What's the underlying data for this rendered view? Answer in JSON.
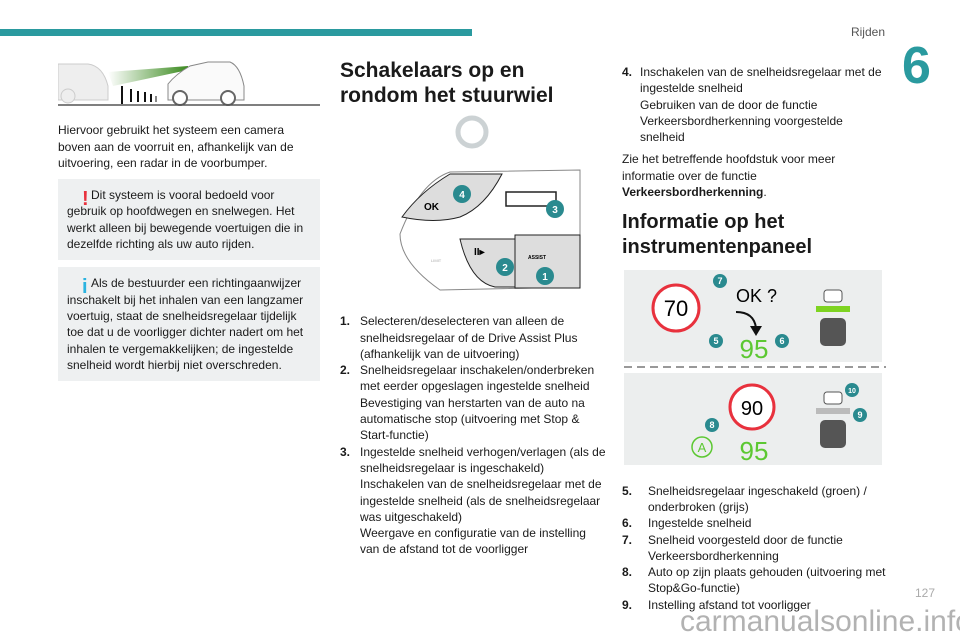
{
  "header": {
    "section": "Rijden",
    "chapter": "6"
  },
  "left": {
    "intro": "Hiervoor gebruikt het systeem een camera boven aan de voorruit en, afhankelijk van de uitvoering, een radar in de voorbumper.",
    "warning": "Dit systeem is vooral bedoeld voor gebruik op hoofdwegen en snelwegen. Het werkt alleen bij bewegende voertuigen die in dezelfde richting als uw auto rijden.",
    "info": "Als de bestuurder een richtingaanwijzer inschakelt bij het inhalen van een langzamer voertuig, staat de snelheidsregelaar tijdelijk toe dat u de voorligger dichter nadert om het inhalen te vergemakkelijken; de ingestelde snelheid wordt hierbij niet overschreden.",
    "warning_color": "#e8313d",
    "info_color": "#2bb3e0"
  },
  "middle": {
    "title": "Schakelaars op en rondom het stuurwiel",
    "diagram": {
      "ok": "OK",
      "assist": "ASSIST",
      "limit": "LIMIT",
      "callouts": [
        "1",
        "2",
        "3",
        "4"
      ]
    },
    "items": [
      {
        "n": "1.",
        "text": "Selecteren/deselecteren van alleen de snelheidsregelaar of de Drive Assist Plus (afhankelijk van de uitvoering)"
      },
      {
        "n": "2.",
        "lines": [
          "Snelheidsregelaar inschakelen/onderbreken met eerder opgeslagen ingestelde snelheid",
          "Bevestiging van herstarten van de auto na automatische stop (uitvoering met Stop & Start-functie)"
        ]
      },
      {
        "n": "3.",
        "lines": [
          "Ingestelde snelheid verhogen/verlagen (als de snelheidsregelaar is ingeschakeld)",
          "Inschakelen van de snelheidsregelaar met de ingestelde snelheid (als de snelheidsregelaar was uitgeschakeld)",
          "Weergave en configuratie van de instelling van de afstand tot de voorligger"
        ]
      }
    ]
  },
  "right": {
    "item4": {
      "n": "4.",
      "lines": [
        "Inschakelen van de snelheidsregelaar met de ingestelde snelheid",
        "Gebruiken van de door de functie Verkeersbordherkenning voorgestelde snelheid"
      ]
    },
    "note_pre": "Zie het betreffende hoofdstuk voor meer informatie over de functie ",
    "note_bold": "Verkeersbordherkenning",
    "note_post": ".",
    "title": "Informatie op het instrumentenpaneel",
    "dash": {
      "sign1": "70",
      "ok": "OK ?",
      "set1": "95",
      "sign2": "90",
      "set2": "95",
      "hold": "A",
      "callouts": [
        "5",
        "6",
        "7",
        "8",
        "9",
        "10"
      ],
      "green": "#5cc832",
      "red": "#e8313d",
      "teal": "#2a8a8f"
    },
    "items": [
      {
        "n": "5.",
        "text": "Snelheidsregelaar ingeschakeld (groen) / onderbroken (grijs)"
      },
      {
        "n": "6.",
        "text": "Ingestelde snelheid"
      },
      {
        "n": "7.",
        "text": "Snelheid voorgesteld door de functie Verkeersbordherkenning"
      },
      {
        "n": "8.",
        "text": "Auto op zijn plaats gehouden (uitvoering met Stop&Go-functie)"
      },
      {
        "n": "9.",
        "text": "Instelling afstand tot voorligger"
      }
    ]
  },
  "footer": {
    "page": "127",
    "watermark": "carmanualsonline.info"
  }
}
